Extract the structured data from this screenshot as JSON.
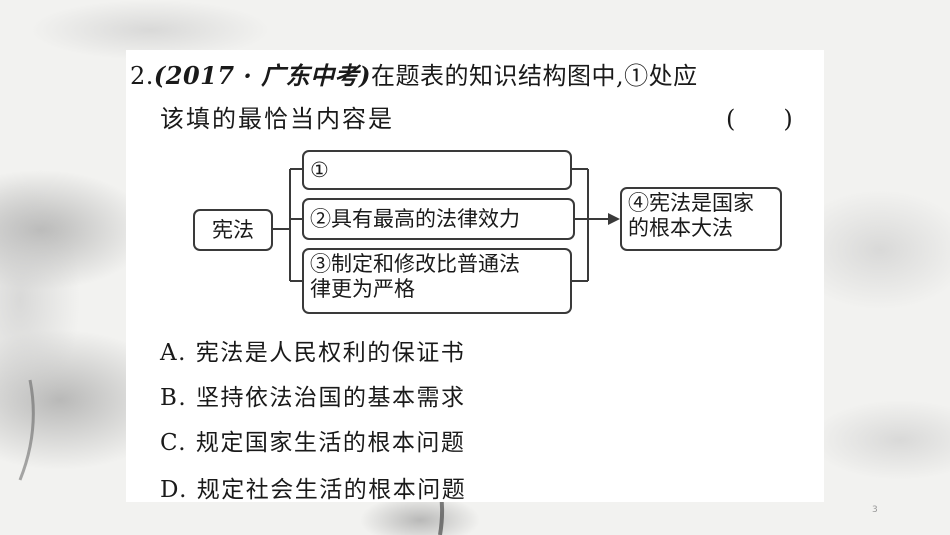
{
  "question": {
    "number": "2.",
    "source": "(2017 · 广东中考)",
    "line1": "在题表的知识结构图中,①处应",
    "line2": "该填的最恰当内容是",
    "answer_paren": "(　　)"
  },
  "diagram": {
    "root": "宪法",
    "item1": "①",
    "item2": "②具有最高的法律效力",
    "item3_line1": "③制定和修改比普通法",
    "item3_line2": "律更为严格",
    "result_line1": "④宪法是国家",
    "result_line2": "的根本大法"
  },
  "options": [
    {
      "label": "A. 宪法是人民权利的保证书"
    },
    {
      "label": "B. 坚持依法治国的基本需求"
    },
    {
      "label": "C. 规定国家生活的根本问题"
    },
    {
      "label": "D. 规定社会生活的根本问题"
    }
  ],
  "page_number": "3"
}
